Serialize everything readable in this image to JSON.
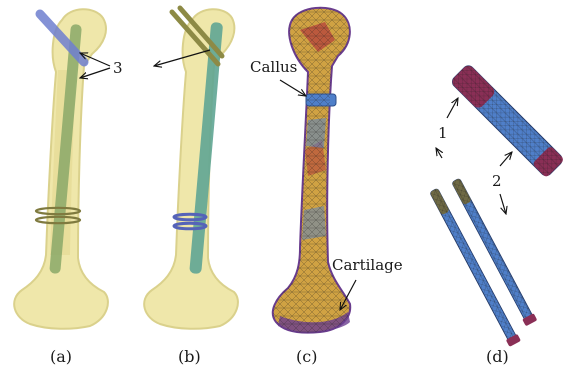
{
  "panels": [
    {
      "id": "a",
      "caption": "(a)"
    },
    {
      "id": "b",
      "caption": "(b)"
    },
    {
      "id": "c",
      "caption": "(c)"
    },
    {
      "id": "d",
      "caption": "(d)"
    }
  ],
  "annotations": {
    "a_marker": "3",
    "c_callus": "Callus",
    "c_cartilage": "Cartilage",
    "d_marker1": "1",
    "d_marker2": "2"
  },
  "colors": {
    "bone_fill": "#efe6a6",
    "bone_edge": "#d9cf86",
    "nail": "#8aa868",
    "nail_b": "#5fa594",
    "screw_blue": "#6f7fd0",
    "mesh_orange": "#d0a243",
    "mesh_blue": "#4f7fc9",
    "mesh_red": "#b23a3a",
    "mesh_purple": "#6a3d8e"
  }
}
